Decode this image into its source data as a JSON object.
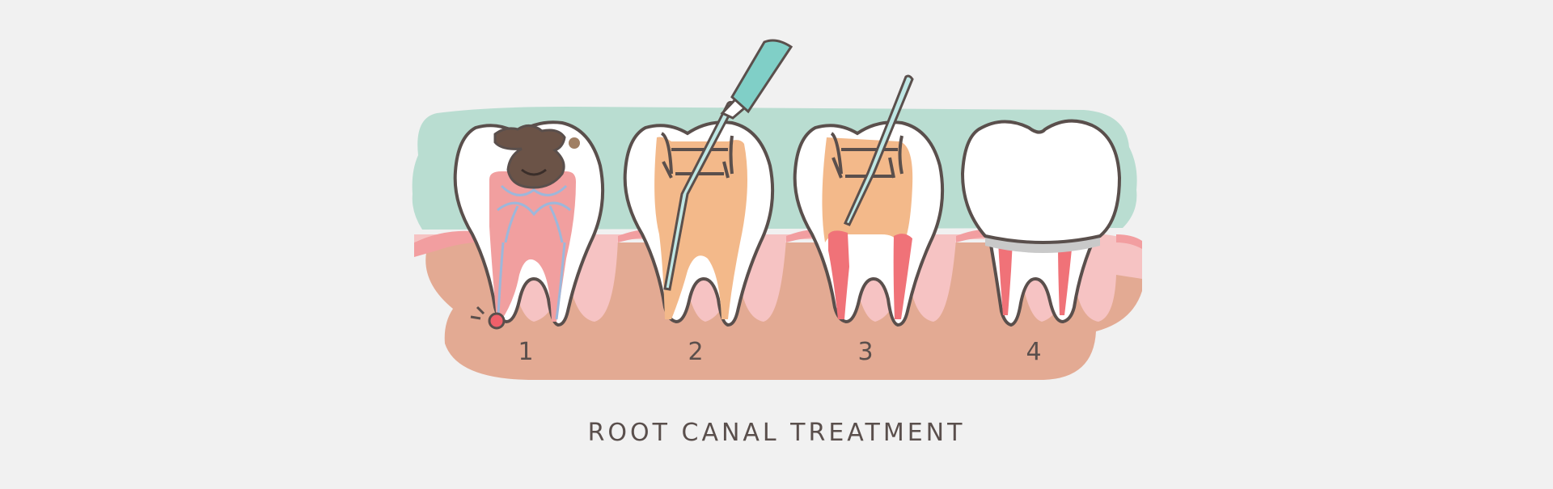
{
  "title": "ROOT CANAL TREATMENT",
  "steps": [
    {
      "number": "1"
    },
    {
      "number": "2"
    },
    {
      "number": "3"
    },
    {
      "number": "4"
    }
  ],
  "colors": {
    "background": "#f1f1f1",
    "gum_back": "#b9ddd1",
    "jaw": "#e3aa93",
    "gum_pink": "#f6c3c3",
    "gum_red": "#f29ea0",
    "pulp": "#f19f9f",
    "decay": "#6b5347",
    "filling": "#f3b98a",
    "tool": "#80cfc7",
    "outline": "#5a4f4c",
    "tooth": "#ffffff"
  }
}
